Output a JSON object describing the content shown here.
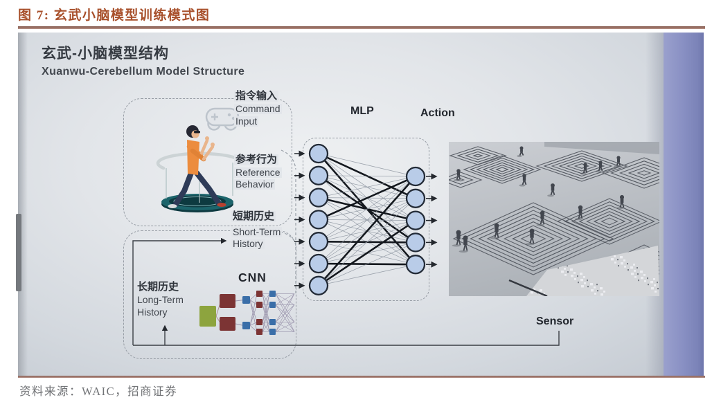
{
  "figure": {
    "title": "图 7: 玄武小脑模型训练模式图",
    "source": "资料来源：WAIC，招商证券",
    "accent_color": "#A8502B"
  },
  "slide": {
    "heading_zh": "玄武-小脑模型结构",
    "heading_en": "Xuanwu-Cerebellum Model Structure",
    "command": {
      "zh": "指令输入",
      "en1": "Command",
      "en2": "Input"
    },
    "reference": {
      "zh": "参考行为",
      "en1": "Reference",
      "en2": "Behavior"
    },
    "short_term": {
      "zh": "短期历史",
      "en1": "Short-Term",
      "en2": "History"
    },
    "long_term": {
      "zh": "长期历史",
      "en1": "Long-Term",
      "en2": "History"
    },
    "cnn_label": "CNN",
    "mlp_label": "MLP",
    "action_label": "Action",
    "sensor_label": "Sensor"
  },
  "network": {
    "input_nodes": 7,
    "output_nodes": 5,
    "node_fill": "#B9CCE8",
    "node_border": "#232B37",
    "bold_links": [
      [
        0,
        1
      ],
      [
        0,
        4
      ],
      [
        1,
        3
      ],
      [
        2,
        2
      ],
      [
        3,
        0
      ],
      [
        4,
        3
      ],
      [
        5,
        4
      ],
      [
        6,
        0
      ],
      [
        6,
        2
      ]
    ]
  },
  "palette": {
    "platform_teal": "#1C646B",
    "platform_dark": "#0E3A41",
    "shirt_orange": "#EC8C3E",
    "skin": "#E9B58C",
    "pants_navy": "#2E3B58",
    "cnn_green": "#8DA43E",
    "cnn_maroon": "#7C3434",
    "cnn_blue": "#3A6EA8",
    "wall_blue": "#8A91C4"
  }
}
